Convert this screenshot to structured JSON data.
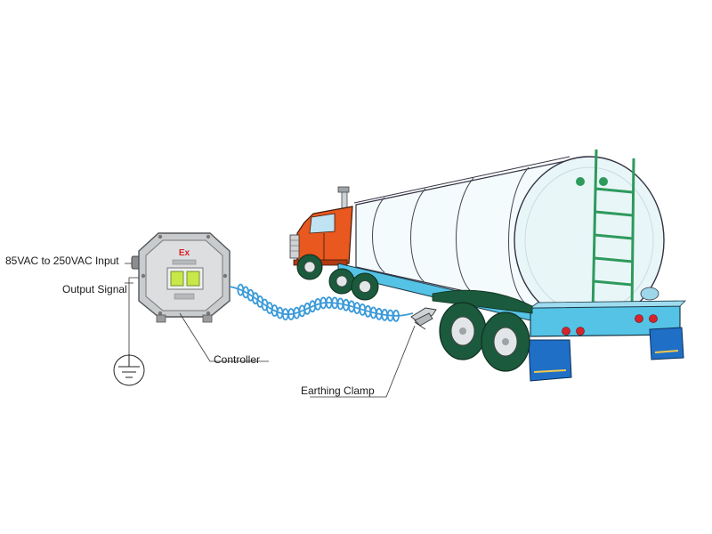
{
  "diagram": {
    "labels": {
      "power_input": "85VAC to 250VAC Input",
      "output_signal": "Output Signal",
      "controller": "Controller",
      "earthing_clamp": "Earthing Clamp"
    },
    "controller_mark": "Ex",
    "icons": [
      "ground-icon",
      "indicator-light-icon"
    ],
    "colors": {
      "cable": "#3a9ad9",
      "tank": "#e9f6f8",
      "chassis": "#55c3e6",
      "cab": "#e8581f",
      "mudflap": "#1f6fc7",
      "ladder": "#2e9a5c",
      "indicator": "#c8e84a",
      "ex_mark": "#d9232a"
    }
  }
}
